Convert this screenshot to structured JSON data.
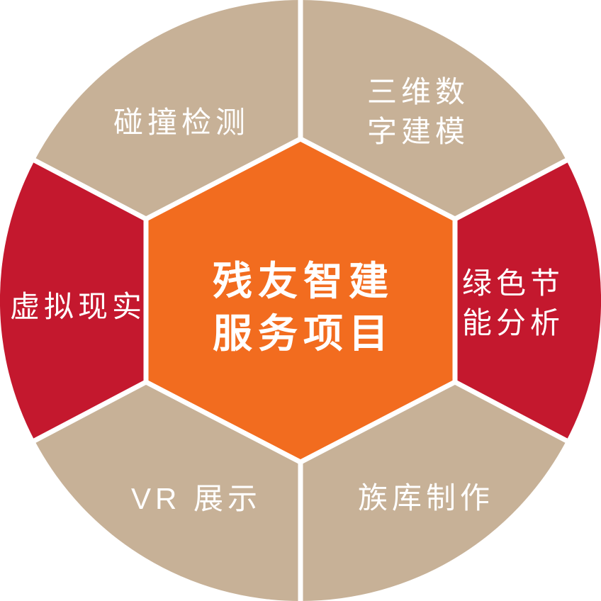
{
  "colors": {
    "tan": "#c7b197",
    "red": "#c4182e",
    "orange": "#f26c1f",
    "divider": "#ffffff",
    "text": "#ffffff"
  },
  "center": {
    "color": "#f26c1f",
    "line1": "残友智建",
    "line2": "服务项目"
  },
  "sectors": {
    "top_left": {
      "color": "#c7b197",
      "label": "碰撞检测"
    },
    "top_right": {
      "color": "#c7b197",
      "line1": "三维数",
      "line2": "字建模"
    },
    "right": {
      "color": "#c4182e",
      "line1": "绿色节",
      "line2": "能分析"
    },
    "bottom_right": {
      "color": "#c7b197",
      "label": "族库制作"
    },
    "bottom_left": {
      "color": "#c7b197",
      "label": "VR 展示"
    },
    "left": {
      "color": "#c4182e",
      "label": "虚拟现实"
    }
  }
}
